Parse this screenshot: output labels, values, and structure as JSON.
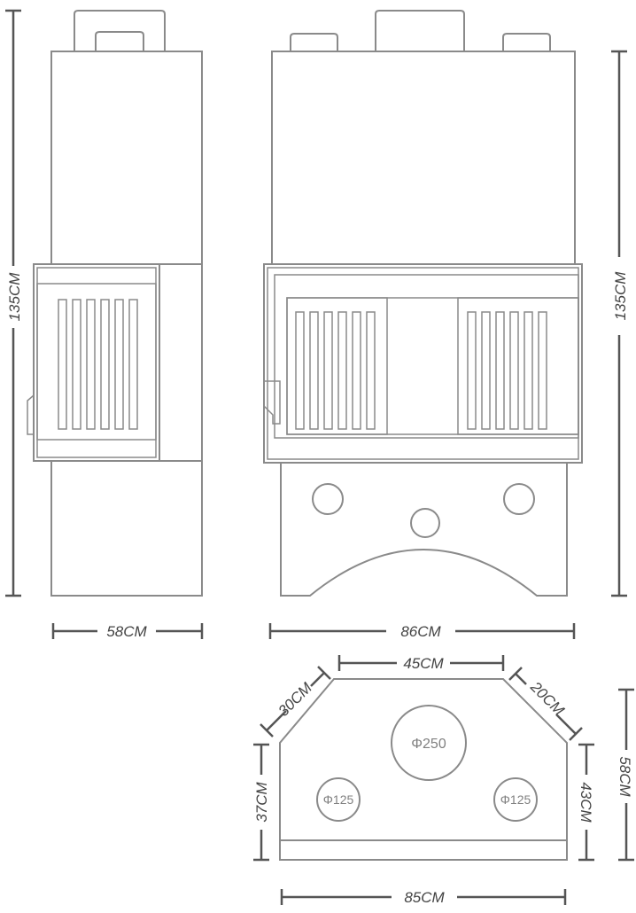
{
  "diagram": {
    "side_view": {
      "height_label": "135CM",
      "width_label": "58CM"
    },
    "front_view": {
      "height_label": "135CM",
      "width_label": "86CM"
    },
    "top_view": {
      "back_width_label": "45CM",
      "left_diagonal_label": "30CM",
      "right_diagonal_label": "20CM",
      "left_depth_label": "37CM",
      "right_depth_label": "43CM",
      "total_depth_label": "58CM",
      "front_width_label": "85CM",
      "outlets": [
        {
          "label": "Φ250"
        },
        {
          "label": "Φ125"
        },
        {
          "label": "Φ125"
        }
      ]
    }
  }
}
